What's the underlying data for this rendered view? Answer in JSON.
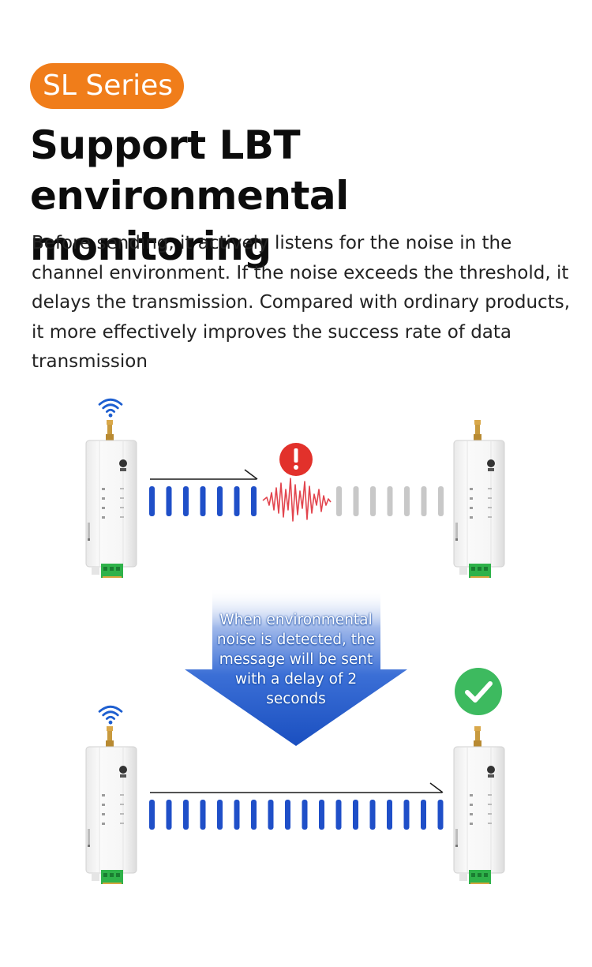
{
  "badge": {
    "label": "SL Series",
    "color": "#f07d1a"
  },
  "heading": {
    "title": "Support LBT environmental monitoring",
    "description": "Before sending, it actively listens for the noise in the channel environment. If the noise exceeds the threshold, it delays the transmission. Compared with ordinary products, it more effectively improves the success rate of data transmission"
  },
  "diagram": {
    "callout_text": "When environmental noise is detected, the message will be sent with a delay of 2 seconds",
    "colors": {
      "signal": "#1f4fc8",
      "blocked_signal": "#c8c8c8",
      "noise": "#e2444d",
      "warning": "#e2312b",
      "success": "#3dba5f",
      "arrow_blue": "#1c53c4"
    },
    "icons": [
      "wifi-icon",
      "warning-icon",
      "noise-waveform-icon",
      "check-icon"
    ]
  }
}
